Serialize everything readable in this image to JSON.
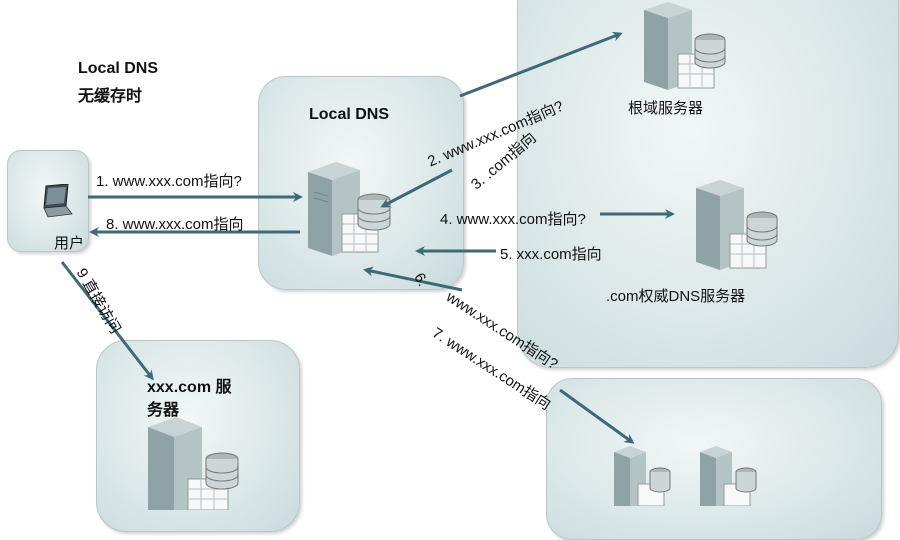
{
  "caption": {
    "line1": "Local DNS",
    "line2": "无缓存时"
  },
  "nodes": {
    "user": "用户",
    "local_dns": "Local DNS",
    "root": "根域服务器",
    "com_auth": ".com权威DNS服务器",
    "target_line1": "xxx.com 服",
    "target_line2": "务器"
  },
  "steps": {
    "s1": "1.  www.xxx.com指向?",
    "s2": "2.  www.xxx.com指向?",
    "s3": "3.   .com指向",
    "s4": "4.  www.xxx.com指向?",
    "s5": "5.  xxx.com指向",
    "s6": "6.",
    "s6b": "www.xxx.com指向?",
    "s7": "7.  www.xxx.com指向",
    "s8": "8.  www.xxx.com指向",
    "s9": "9 直接访问"
  },
  "colors": {
    "arrow": "#3d6a76",
    "panel": "#dce8e9",
    "server": "#9aaeb0"
  }
}
